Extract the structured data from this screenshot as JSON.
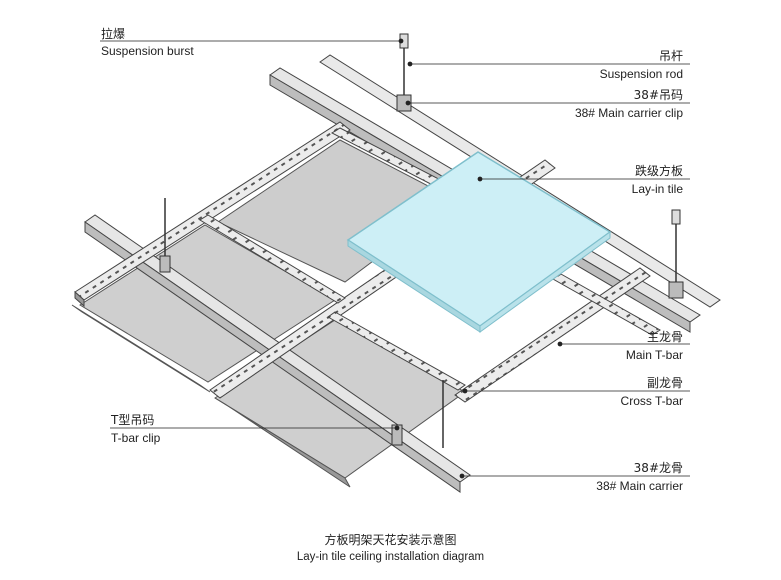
{
  "labels": {
    "suspension_burst": {
      "zh": "拉爆",
      "en": "Suspension burst"
    },
    "suspension_rod": {
      "zh": "吊杆",
      "en": "Suspension rod"
    },
    "main_carrier_clip": {
      "zh": "38#吊码",
      "en": "38# Main carrier clip"
    },
    "lay_in_tile": {
      "zh": "跌级方板",
      "en": "Lay-in tile"
    },
    "main_tbar": {
      "zh": "主龙骨",
      "en": "Main T-bar"
    },
    "cross_tbar": {
      "zh": "副龙骨",
      "en": "Cross T-bar"
    },
    "tbar_clip": {
      "zh": "T型吊码",
      "en": "T-bar clip"
    },
    "main_carrier": {
      "zh": "38#龙骨",
      "en": "38# Main carrier"
    }
  },
  "caption": {
    "zh": "方板明架天花安装示意图",
    "en": "Lay-in tile ceiling installation diagram"
  },
  "colors": {
    "panel": "#cfcfcf",
    "rail": "#e6e6e6",
    "tile": "#cdeff6",
    "tile_edge": "#7fbfcc",
    "line": "#222222"
  }
}
